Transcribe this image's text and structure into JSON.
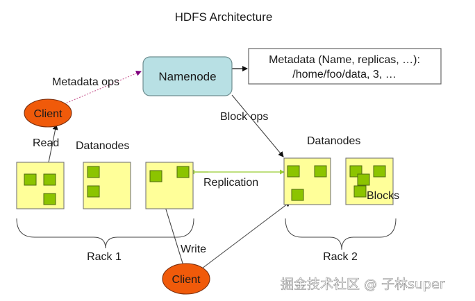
{
  "title": "HDFS Architecture",
  "namenode": {
    "label": "Namenode"
  },
  "metadata_box": {
    "line1": "Metadata (Name, replicas, …):",
    "line2": "/home/foo/data, 3, …"
  },
  "edges": {
    "metadata_ops": "Metadata ops",
    "block_ops": "Block ops",
    "read": "Read",
    "write": "Write",
    "replication": "Replication"
  },
  "clients": [
    {
      "label": "Client"
    },
    {
      "label": "Client"
    }
  ],
  "datanodes_labels": [
    "Datanodes",
    "Datanodes"
  ],
  "racks": [
    "Rack 1",
    "Rack 2"
  ],
  "blocks_label": "Blocks",
  "watermark": "掘金技术社区 @ 子林super",
  "colors": {
    "namenode_fill": "#b8e0e4",
    "client_fill": "#f05a0a",
    "datanode_fill": "#ffff99",
    "block_fill": "#8cc400",
    "replication_line": "#99cc33",
    "metadata_ops_line": "#993399"
  }
}
